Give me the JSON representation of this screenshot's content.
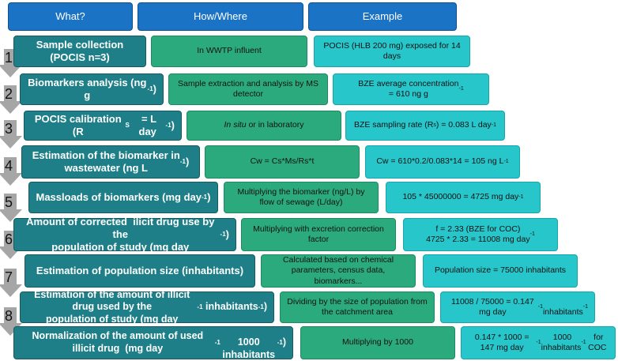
{
  "headers": {
    "what": "What?",
    "how": "How/Where",
    "example": "Example"
  },
  "steps": [
    {
      "number": "1",
      "what": "Sample collection (POCIS n=3)",
      "how": "In WWTP influent",
      "example": "POCIS (HLB 200 mg) exposed for 14 days"
    },
    {
      "number": "2",
      "what": "Biomarkers analysis (ng g-1)",
      "how": "Sample extraction and analysis by MS detector",
      "example": "BZE average concentration = 610 ng g-1"
    },
    {
      "number": "3",
      "what": "POCIS calibration (RS = L day-1)",
      "how_italic": "In situ",
      "how": " or in laboratory",
      "example": "BZE sampling rate (Rs) = 0.083 L day-1"
    },
    {
      "number": "4",
      "what": "Estimation of the biomarker in wastewater (ng L-1)",
      "how": "Cw = Cs*Ms/Rs*t",
      "example": "Cw = 610*0.2/0.083*14 = 105 ng L-1"
    },
    {
      "number": "5",
      "what": "Massloads of biomarkers (mg day-1)",
      "how": "Multiplying the biomarker (ng/L) by flow of sewage (L/day)",
      "example": "105 * 45000000 = 4725 mg day-1"
    },
    {
      "number": "6",
      "what": "Amount of corrected ilicit drug use by the population of study (mg day-1)",
      "how": "Multiplying with excretion correction factor",
      "example": "f = 2.33 (BZE for COC) 4725 * 2.33 = 11008 mg day-1"
    },
    {
      "number": "7",
      "what": "Estimation of population size (inhabitants)",
      "how": "Calculated based on chemical parameters, census data, biomarkers...",
      "example": "Population size = 75000 inhabitants"
    },
    {
      "number": "8",
      "what": "Estimation of the amount of illicit drug used by the population of study (mg day-1 inhabitants-1)",
      "how": "Dividing by the size of population from the catchment area",
      "example": "11008 / 75000 = 0.147 mg day-1 inhabitants-1"
    },
    {
      "number": "",
      "what": "Normalization of the amount of used illicit drug (mg day-1 1000 inhabitants-1)",
      "how": "Multiplying by 1000",
      "example": "0.147 * 1000 = 147 mg day-1 1000 inhabitants-1 for COC"
    }
  ]
}
